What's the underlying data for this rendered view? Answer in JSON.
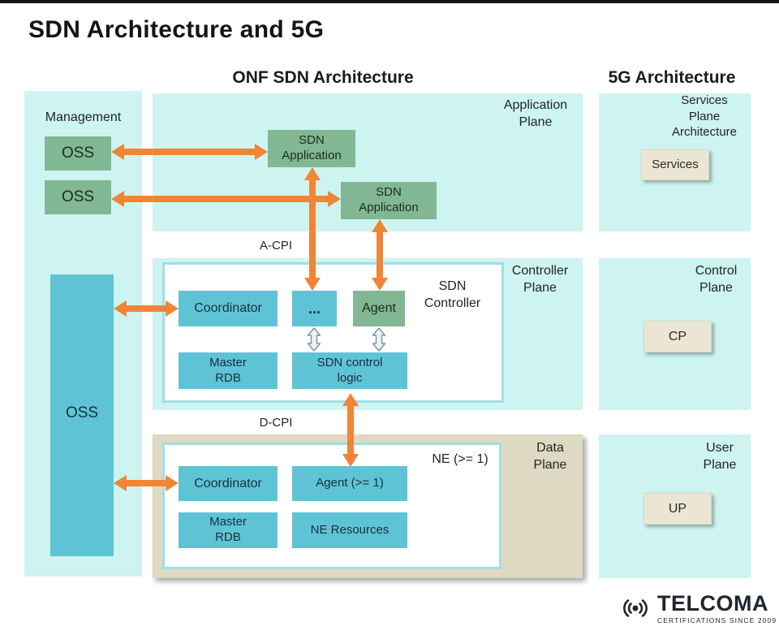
{
  "page": {
    "title": "SDN Architecture and 5G"
  },
  "headers": {
    "onf": "ONF SDN Architecture",
    "fiveg": "5G Architecture"
  },
  "management": {
    "label": "Management",
    "oss_top": "OSS",
    "oss_middle": "OSS",
    "oss_tall": "OSS"
  },
  "application_plane": {
    "label": "Application\nPlane",
    "sdn_app_top": "SDN\nApplication",
    "sdn_app_bottom": "SDN\nApplication"
  },
  "controller_plane": {
    "a_cpi_label": "A-CPI",
    "label": "Controller\nPlane",
    "sdn_controller": "SDN\nController",
    "coordinator": "Coordinator",
    "dots": "...",
    "agent": "Agent",
    "master_rdb": "Master\nRDB",
    "sdn_control_logic": "SDN control\nlogic"
  },
  "data_plane": {
    "d_cpi_label": "D-CPI",
    "label": "Data\nPlane",
    "ne": "NE (>= 1)",
    "coordinator": "Coordinator",
    "agent": "Agent (>= 1)",
    "master_rdb": "Master\nRDB",
    "ne_resources": "NE Resources"
  },
  "fiveg": {
    "services_label": "Services\nPlane\nArchitecture",
    "services_box": "Services",
    "control_label": "Control\nPlane",
    "cp_box": "CP",
    "user_label": "User\nPlane",
    "up_box": "UP"
  },
  "logo": {
    "brand": "TELCOMA",
    "tagline": "CERTIFICATIONS SINCE 2009"
  },
  "colors": {
    "panel_cyan": "#cdf4f0",
    "box_green": "#81b893",
    "box_blue": "#5fc3d6",
    "panel_tan": "#ded9c2",
    "box_beige": "#eae6d3",
    "arrow_orange": "#ef8535"
  }
}
